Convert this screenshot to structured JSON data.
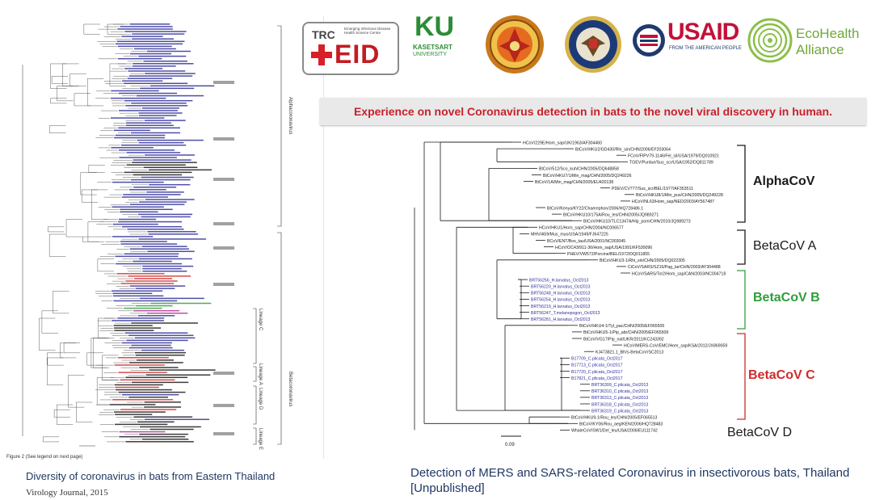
{
  "colors": {
    "black": "#1a1a1a",
    "blue": "#2f2f9a",
    "red": "#d02b2b",
    "green": "#2f9e3a",
    "magenta": "#b0308f",
    "alpha_bracket": "#1a1a1a",
    "betaA_bracket": "#1a1a1a",
    "betaB_bracket": "#2f9e3a",
    "betaC_bracket": "#d02b2b",
    "betaD_bracket": "#1a1a1a"
  },
  "logos": {
    "trc": "TRC",
    "trc_sub": "Emerging Infectious Disease Health Science Centre",
    "eid": "EID",
    "ku": "KU",
    "ku_sub1": "KASETSART",
    "ku_sub2": "UNIVERSITY",
    "usaid": "USAID",
    "usaid_sub": "FROM THE AMERICAN PEOPLE",
    "eco1": "EcoHealth",
    "eco2": "Alliance"
  },
  "banner": {
    "text": "Experience on novel Coronavirus detection in bats to the novel viral discovery in human."
  },
  "left_panel": {
    "figure_note": "Figure 2 (See legend on next page)",
    "side_labels": {
      "alpha": "Alphacoronavirus",
      "beta": "Betacoronavirus"
    },
    "lineages": [
      "Lineage C",
      "Lineage A",
      "Lineage D",
      "Lineage E"
    ],
    "caption": "Diversity of coronavirus in bats from Eastern Thailand",
    "journal": "Virology Journal, 2015"
  },
  "right_panel": {
    "clade_labels": {
      "alpha": "AlphaCoV",
      "betaA": "BetaCoV A",
      "betaB": "BetaCoV B",
      "betaC": "BetaCoV C",
      "betaD": "BetaCoV D"
    },
    "scale_value": "0.09",
    "leaves": [
      {
        "t": "HCoV/229E/Hom_sap/UK/1963/AF304460",
        "c": "black"
      },
      {
        "t": "BtCoV/HKU2/GD430/Rhi_sin/CHN/2006/EF203064",
        "c": "black"
      },
      {
        "t": "FCoV/FIPV79-1146/Fel_sil/USA/1979/DQ010921",
        "c": "black"
      },
      {
        "t": "TGEV/Purdue/Sus_scr/USA/1952/DQ811789",
        "c": "black"
      },
      {
        "t": "BtCoV/512/Sco_kuh/CHN/2005/DQ648858",
        "c": "black"
      },
      {
        "t": "BtCoV/HKU7/1/Min_mag/CHN/2005/DQ249226",
        "c": "black"
      },
      {
        "t": "BtCoV/1A/Min_mag/CHN/2005/EU420138",
        "c": "black"
      },
      {
        "t": "PDEV/CV777/Sus_scr/BEL/1977/AF353511",
        "c": "black"
      },
      {
        "t": "BtCoV/HKU8/1/Min_pus/CHN/2005/DQ249228",
        "c": "black"
      },
      {
        "t": "HCoV/NL63/Hom_sap/NED/2003/AY567487",
        "c": "black"
      },
      {
        "t": "BtCoV/Kenya/KY22/Chaerephon/2006/HQ728486.1",
        "c": "black"
      },
      {
        "t": "BtCoV/HKU10/175A/Rou_les/CHN/2005/JQ989271",
        "c": "black"
      },
      {
        "t": "BtCoV/HKU10/TLC1347A/Hip_pom/CHN/2010/JQ989273",
        "c": "black"
      },
      {
        "t": "HCoV/HKU1/Hom_sap/CHN/2004/NC006577",
        "c": "black"
      },
      {
        "t": "MHV/A59/Mus_mus/USA/1949/FJ647225",
        "c": "black"
      },
      {
        "t": "BCoV/ENT/Bos_tau/USA/2001/NC003045",
        "c": "black"
      },
      {
        "t": "HCoV/OC43/911-36/Hom_sap/USA/1991/KF530096",
        "c": "black"
      },
      {
        "t": "PHEV/VW572/Porcine/BEL/1972/DQ011855",
        "c": "black"
      },
      {
        "t": "BtCoV/HKU3-1/Rhi_sin/CHN/2005/DQ022305",
        "c": "black"
      },
      {
        "t": "CiCoV/SARS/SZ16/Pag_lar/CHN/2003/AY304488",
        "c": "black"
      },
      {
        "t": "HCoV/SARS/Tor2/Hom_sap/CAN/2003/NC004718",
        "c": "black"
      },
      {
        "t": "BRT56256_H.larvatus_Oct2013",
        "c": "blue"
      },
      {
        "t": "BRT56220_H.larvatus_Oct2013",
        "c": "blue"
      },
      {
        "t": "BRT56248_H.larvatus_Oct2013",
        "c": "blue"
      },
      {
        "t": "BRT56254_H.larvatus_Oct2013",
        "c": "blue"
      },
      {
        "t": "BRT56219_H.larvatus_Oct2013",
        "c": "blue"
      },
      {
        "t": "BRT56247_T.melanopogon_Oct2013",
        "c": "blue"
      },
      {
        "t": "BRT56281_H.larvatus_Oct2013",
        "c": "blue"
      },
      {
        "t": "BtCoV/HKU4-1/Tyl_pac/CHN/2005/EF065505",
        "c": "black"
      },
      {
        "t": "BtCoV/HKU5-1/Pip_abr/CHN/2005/EF065509",
        "c": "black"
      },
      {
        "t": "BtCoV/VG17/Pip_nat/UKR/2011/KC243392",
        "c": "black"
      },
      {
        "t": "HCoV/MERS-CoV/EMC/Hom_sap/KSA/2012/JX869059",
        "c": "black"
      },
      {
        "t": "KJ473821.1_BtVs-BetaCoV/SC2013",
        "c": "black"
      },
      {
        "t": "B17709_C.plicata_Oct2017",
        "c": "blue"
      },
      {
        "t": "B17713_C.plicata_Oct2017",
        "c": "blue"
      },
      {
        "t": "B17720_C.plicata_Oct2017",
        "c": "blue"
      },
      {
        "t": "B17821_C.plicata_Oct2017",
        "c": "blue"
      },
      {
        "t": "BRT36309_C.plicata_Oct2013",
        "c": "blue"
      },
      {
        "t": "BRT36310_C.plicata_Oct2013",
        "c": "blue"
      },
      {
        "t": "BRT36313_C.plicata_Oct2013",
        "c": "blue"
      },
      {
        "t": "BRT36318_C.plicata_Oct2013",
        "c": "blue"
      },
      {
        "t": "BRT36319_C.plicata_Oct2013",
        "c": "blue"
      },
      {
        "t": "BtCoV/HKU9-1/Rou_les/CHN/2005/EF065513",
        "c": "black"
      },
      {
        "t": "BtCoV/KY06/Rou_aeg/KEN/2006/HQ728483",
        "c": "black"
      },
      {
        "t": "WhaleCoV/SW1/Del_leu/USA/2006/EU111742",
        "c": "black"
      }
    ],
    "caption_line1": "Detection of MERS and SARS-related Coronavirus in insectivorous bats, Thailand",
    "caption_line2": "[Unpublished]"
  }
}
